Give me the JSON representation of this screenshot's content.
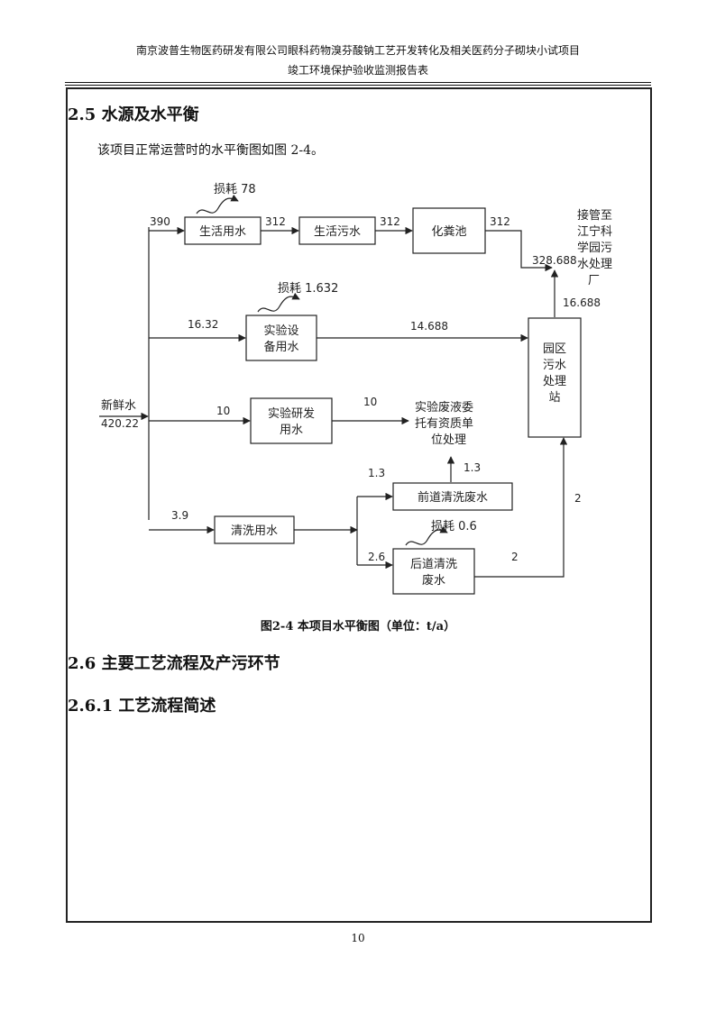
{
  "header": {
    "line1": "南京波普生物医药研发有限公司眼科药物溴芬酸钠工艺开发转化及相关医药分子砌块小试项目",
    "line2": "竣工环境保护验收监测报告表"
  },
  "sections": {
    "s25": "2.5 水源及水平衡",
    "intro": "该项目正常运营时的水平衡图如图 2-4。",
    "caption": "图2-4    本项目水平衡图（单位：t/a）",
    "s26": "2.6 主要工艺流程及产污环节",
    "s261": "2.6.1 工艺流程简述"
  },
  "diagram": {
    "boxes": {
      "domestic_water": "生活用水",
      "domestic_sewage": "生活污水",
      "septic_tank": "化粪池",
      "equip_water_1": "实验设",
      "equip_water_2": "备用水",
      "rnd_water_1": "实验研发",
      "rnd_water_2": "用水",
      "cleaning_water": "清洗用水",
      "front_wash": "前道清洗废水",
      "back_wash_1": "后道清洗",
      "back_wash_2": "废水",
      "park_wwtp_1": "园区",
      "park_wwtp_2": "污水",
      "park_wwtp_3": "处理",
      "park_wwtp_4": "站"
    },
    "labels": {
      "fresh_water": "新鲜水",
      "fresh_value": "420.22",
      "loss_78": "损耗 78",
      "loss_1632": "损耗 1.632",
      "loss_06": "损耗 0.6",
      "v390": "390",
      "v312a": "312",
      "v312b": "312",
      "v312c": "312",
      "v328": "328.688",
      "v16688": "16.688",
      "v1632": "16.32",
      "v14688": "14.688",
      "v10a": "10",
      "v10b": "10",
      "v13a": "1.3",
      "v13b": "1.3",
      "v39": "3.9",
      "v26": "2.6",
      "v2a": "2",
      "v2b": "2",
      "outlet_1": "接管至",
      "outlet_2": "江宁科",
      "outlet_3": "学园污",
      "outlet_4": "水处理",
      "outlet_5": "厂",
      "waste_1": "实验废液委",
      "waste_2": "托有资质单",
      "waste_3": "位处理"
    }
  },
  "footer": {
    "page": "10"
  }
}
